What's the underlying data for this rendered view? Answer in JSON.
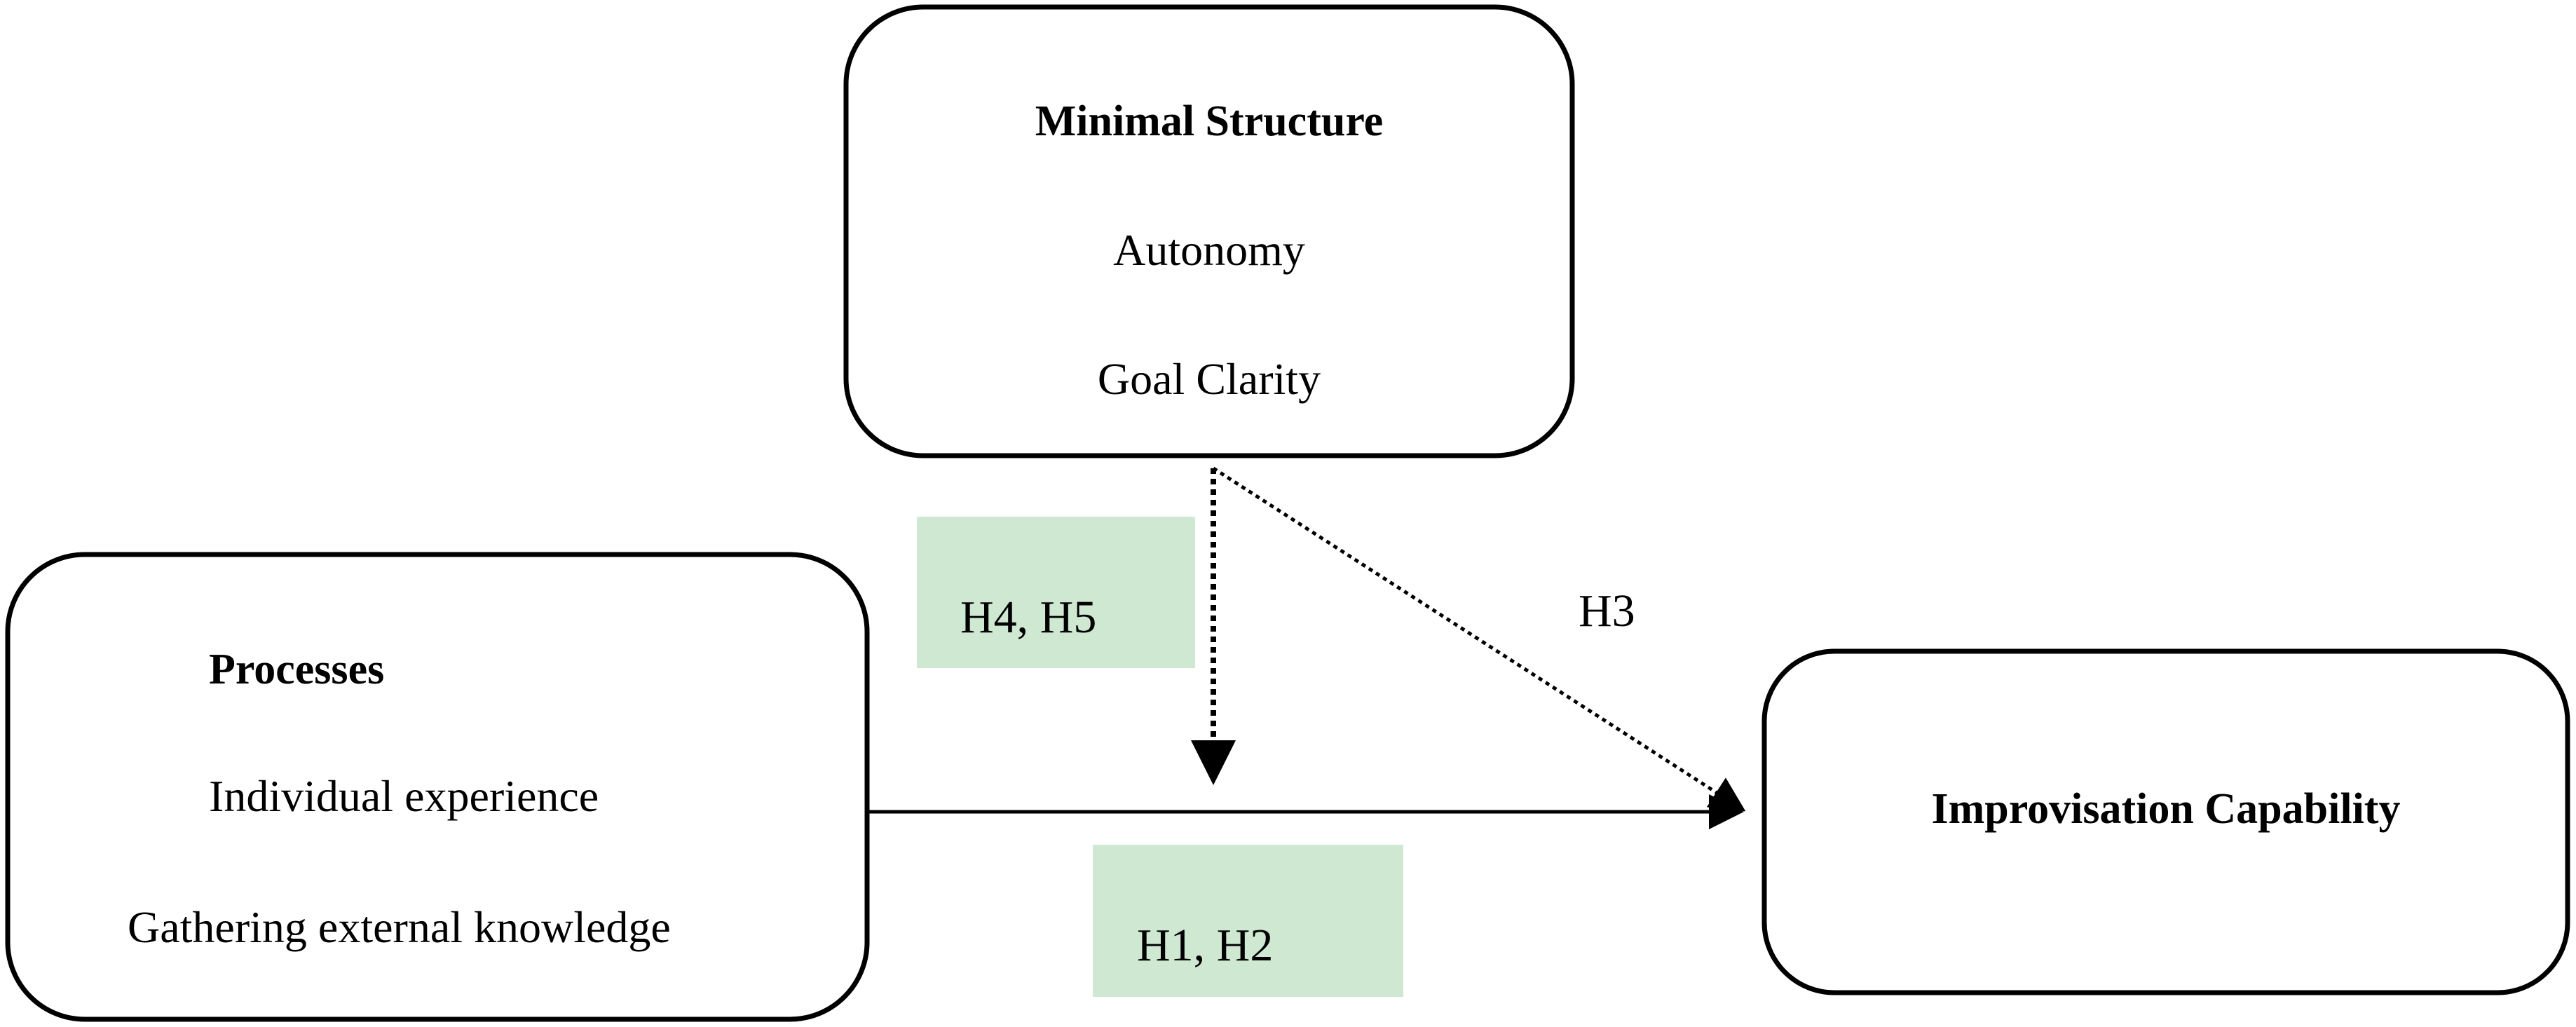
{
  "minimal_structure": {
    "title": "Minimal Structure",
    "items": [
      "Autonomy",
      "Goal Clarity"
    ]
  },
  "processes": {
    "title": "Processes",
    "items": [
      "Individual experience",
      "Gathering external knowledge"
    ]
  },
  "outcome": {
    "title": "Improvisation Capability"
  },
  "hypotheses": {
    "moderation": "H4, H5",
    "direct_structure": "H3",
    "main_effect": "H1, H2"
  },
  "colors": {
    "highlight": "#cfe8d2",
    "stroke": "#000000"
  }
}
